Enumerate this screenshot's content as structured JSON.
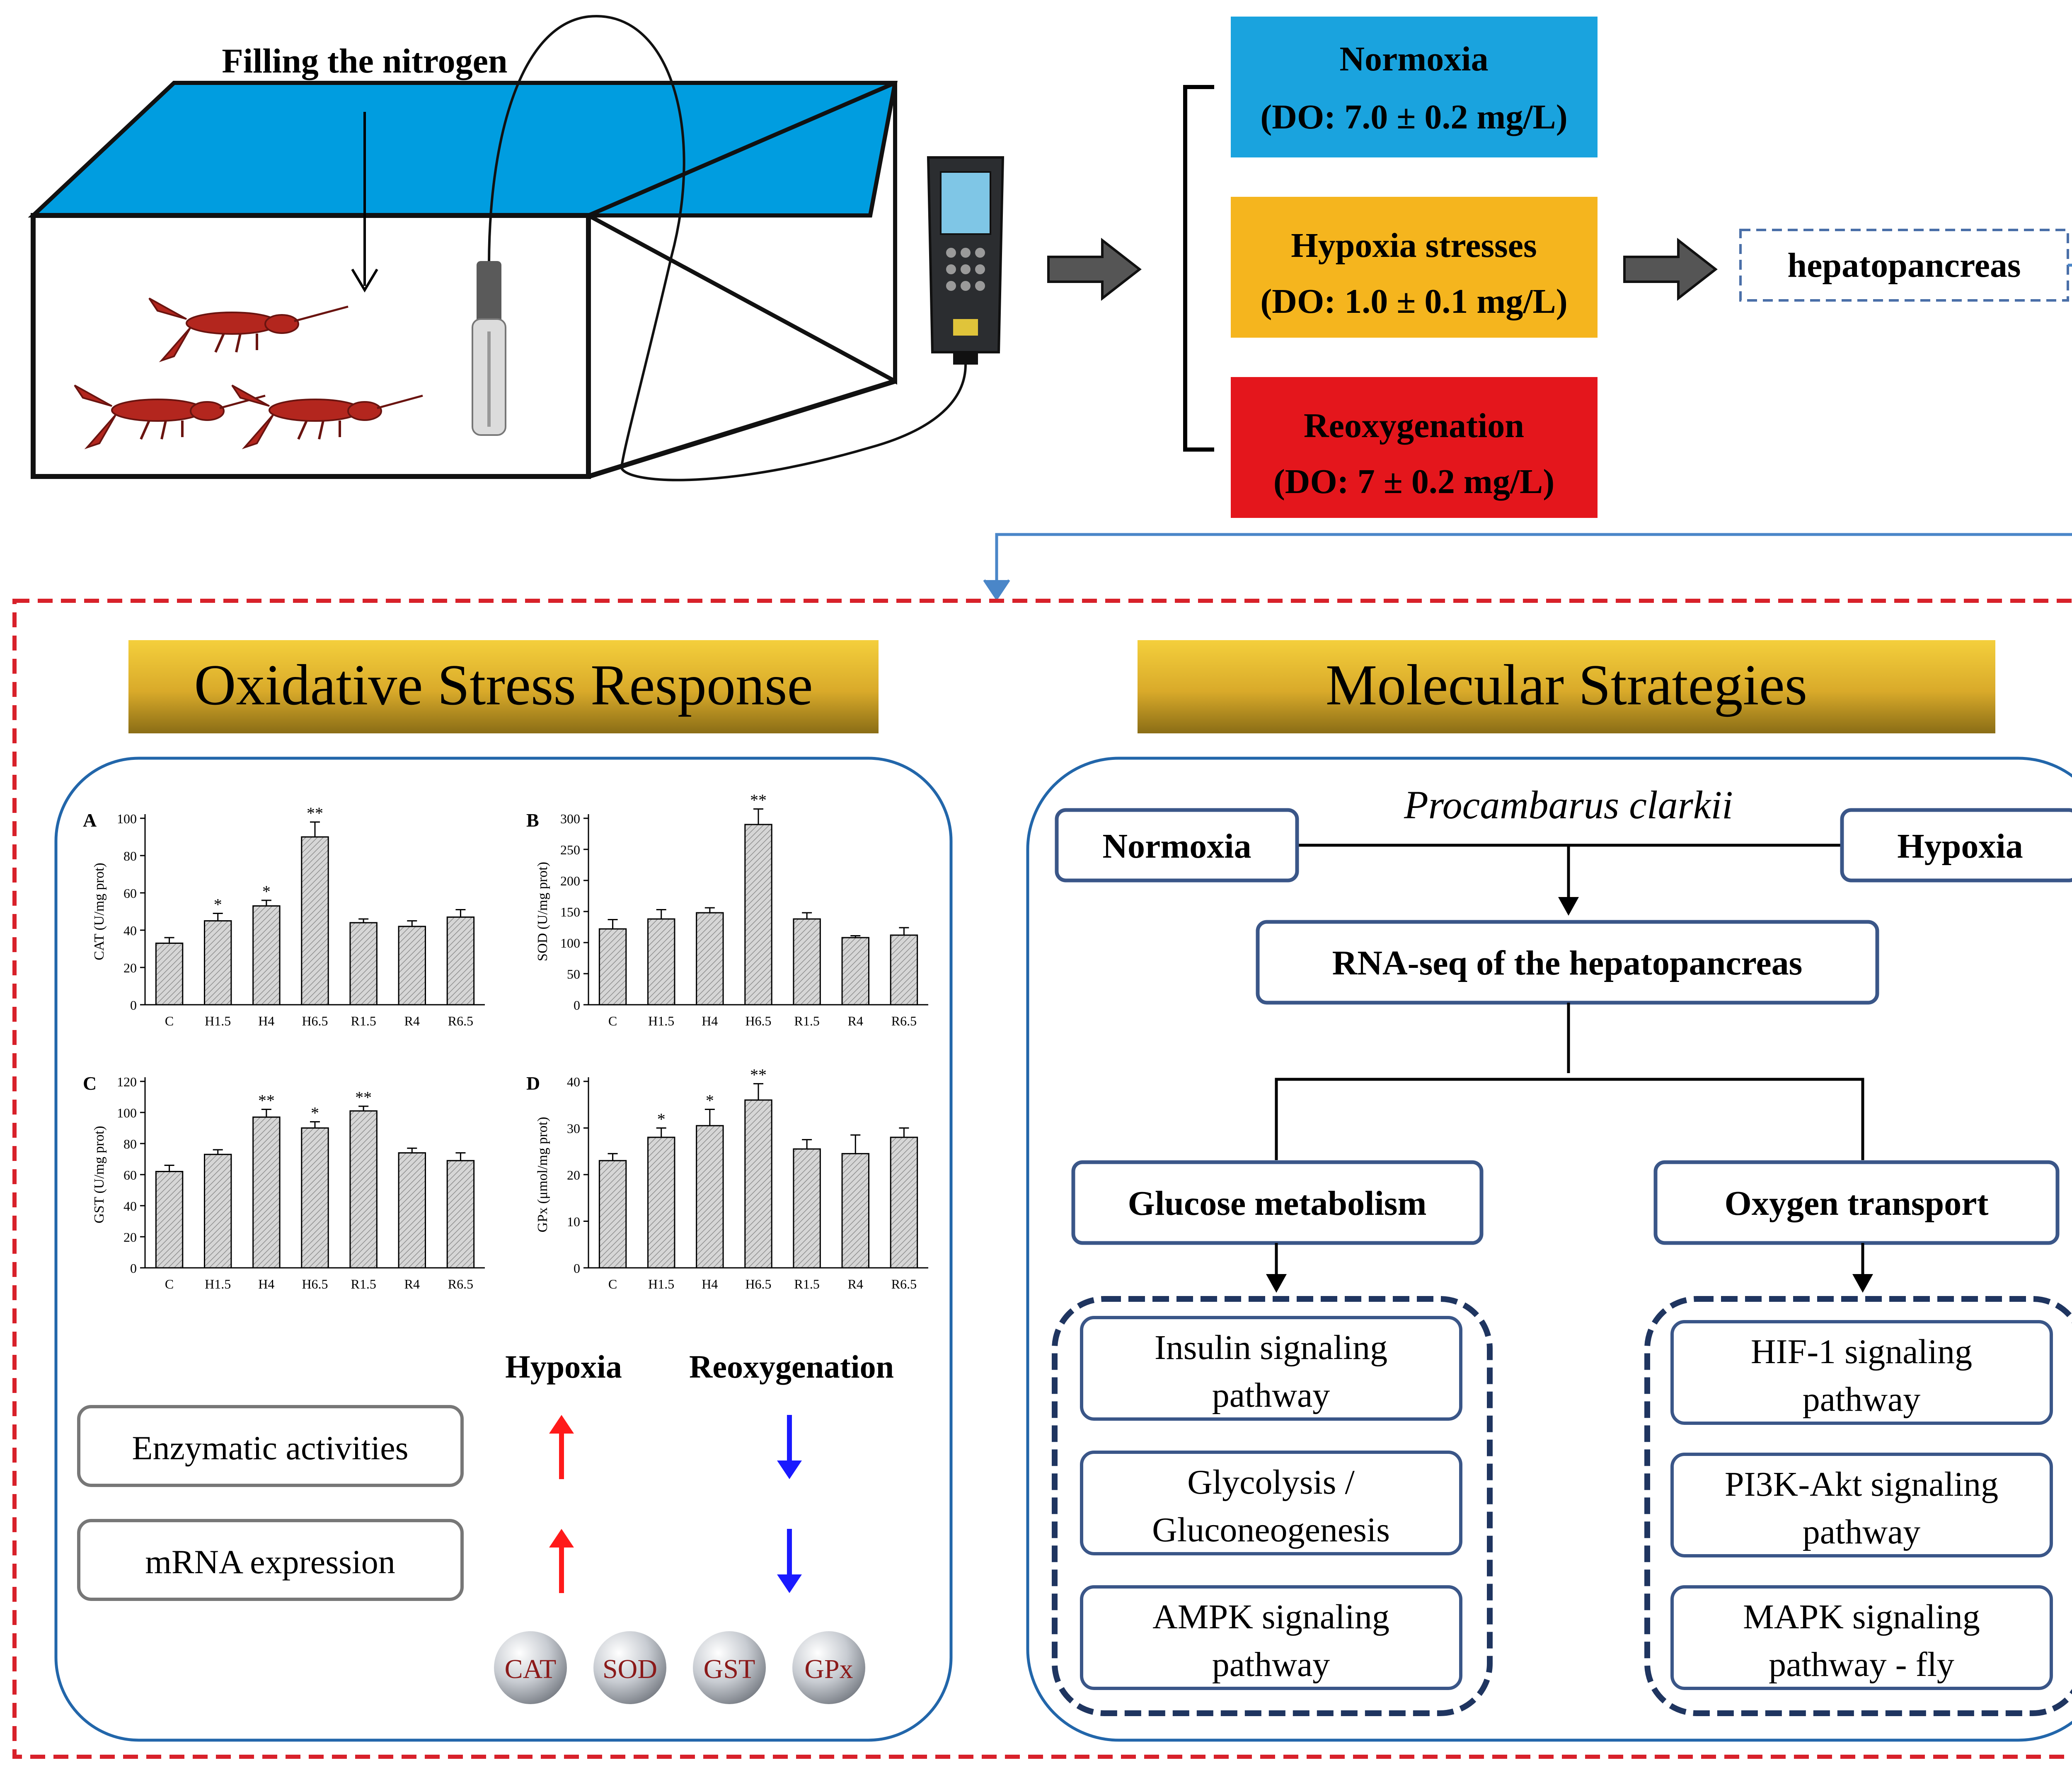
{
  "setup": {
    "nitrogen_label": "Filling the nitrogen"
  },
  "conditions": [
    {
      "title": "Normoxia",
      "detail": "(DO: 7.0 ± 0.2 mg/L)",
      "color": "#1aa3de"
    },
    {
      "title": "Hypoxia stresses",
      "detail": "(DO: 1.0 ± 0.1 mg/L)",
      "color": "#f5b51e"
    },
    {
      "title": "Reoxygenation",
      "detail": "(DO: 7 ± 0.2 mg/L)",
      "color": "#e4161c"
    }
  ],
  "tissue_label": "hepatopancreas",
  "oxidative": {
    "banner": "Oxidative Stress Response",
    "hypoxia_label": "Hypoxia",
    "reoxygenation_label": "Reoxygenation",
    "rows": [
      "Enzymatic activities",
      "mRNA expression"
    ],
    "enzymes": [
      "CAT",
      "SOD",
      "GST",
      "GPx"
    ]
  },
  "molecular": {
    "banner": "Molecular Strategies",
    "species": "Procambarus clarkii",
    "normoxia": "Normoxia",
    "hypoxia": "Hypoxia",
    "rnaseq": "RNA-seq of the hepatopancreas",
    "glucose": "Glucose metabolism",
    "oxygen": "Oxygen transport",
    "glucose_pathways": [
      [
        "Insulin signaling",
        "pathway"
      ],
      [
        "Glycolysis /",
        "Gluconeogenesis"
      ],
      [
        "AMPK signaling",
        "pathway"
      ]
    ],
    "oxygen_pathways": [
      [
        "HIF-1 signaling",
        "pathway"
      ],
      [
        "PI3K-Akt signaling",
        "pathway"
      ],
      [
        "MAPK signaling",
        "pathway - fly"
      ]
    ]
  },
  "chart_data": [
    {
      "panel": "A",
      "type": "bar",
      "ylabel": "CAT (U/mg prot)",
      "categories": [
        "C",
        "H1.5",
        "H4",
        "H6.5",
        "R1.5",
        "R4",
        "R6.5"
      ],
      "values": [
        33,
        45,
        53,
        90,
        44,
        42,
        47
      ],
      "errors": [
        3,
        4,
        3,
        8,
        2,
        3,
        4
      ],
      "significance": [
        "",
        "*",
        "*",
        "**",
        "",
        "",
        ""
      ],
      "ylim": [
        0,
        100
      ],
      "yticks": [
        0,
        20,
        40,
        60,
        80,
        100
      ]
    },
    {
      "panel": "B",
      "type": "bar",
      "ylabel": "SOD (U/mg prot)",
      "categories": [
        "C",
        "H1.5",
        "H4",
        "H6.5",
        "R1.5",
        "R4",
        "R6.5"
      ],
      "values": [
        122,
        138,
        148,
        290,
        138,
        108,
        112
      ],
      "errors": [
        15,
        15,
        8,
        25,
        10,
        3,
        12
      ],
      "significance": [
        "",
        "",
        "",
        "**",
        "",
        "",
        ""
      ],
      "ylim": [
        0,
        300
      ],
      "yticks": [
        0,
        50,
        100,
        150,
        200,
        250,
        300
      ]
    },
    {
      "panel": "C",
      "type": "bar",
      "ylabel": "GST (U/mg prot)",
      "categories": [
        "C",
        "H1.5",
        "H4",
        "H6.5",
        "R1.5",
        "R4",
        "R6.5"
      ],
      "values": [
        62,
        73,
        97,
        90,
        101,
        74,
        69
      ],
      "errors": [
        4,
        3,
        5,
        4,
        3,
        3,
        5
      ],
      "significance": [
        "",
        "",
        "**",
        "*",
        "**",
        "",
        ""
      ],
      "ylim": [
        0,
        120
      ],
      "yticks": [
        0,
        20,
        40,
        60,
        80,
        100,
        120
      ]
    },
    {
      "panel": "D",
      "type": "bar",
      "ylabel": "GPx (μmol/mg prot)",
      "categories": [
        "C",
        "H1.5",
        "H4",
        "H6.5",
        "R1.5",
        "R4",
        "R6.5"
      ],
      "values": [
        23,
        28,
        30.5,
        36,
        25.5,
        24.5,
        28
      ],
      "errors": [
        1.5,
        2,
        3.5,
        3.5,
        2,
        4,
        2
      ],
      "significance": [
        "",
        "*",
        "*",
        "**",
        "",
        "",
        ""
      ],
      "ylim": [
        0,
        40
      ],
      "yticks": [
        0,
        10,
        20,
        30,
        40
      ]
    }
  ]
}
